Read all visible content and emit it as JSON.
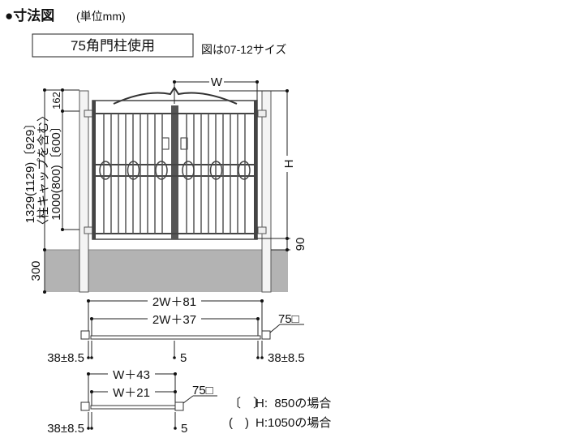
{
  "title": "●寸法図",
  "unit_note": "(単位mm)",
  "post_box": "75角門柱使用",
  "size_note": "図は07-12サイズ",
  "elevation": {
    "width_label": "W",
    "height_label": "H",
    "bottom_gap": "90",
    "top_extra": "162",
    "total_height": "1329(1129)〔929〕",
    "cap_note": "〈柱キャップを含む〉",
    "gate_height": "1000(800)〔600〕",
    "foundation": "300"
  },
  "double_plan": {
    "outer": "2W＋81",
    "inner": "2W＋37",
    "post_size": "75□",
    "left_offset": "38±8.5",
    "center_gap": "5",
    "right_offset": "38±8.5"
  },
  "single_plan": {
    "outer": "W＋43",
    "inner": "W＋21",
    "post_size": "75□",
    "left_offset": "38±8.5",
    "end_gap": "5"
  },
  "legend": [
    {
      "bracket": "〔　〕",
      "text": "H:  850の場合"
    },
    {
      "bracket": "(　)",
      "text": "H:1050の場合"
    }
  ],
  "colors": {
    "ground": "#b3b3b3",
    "frame": "#444444",
    "post": "#f4f4f4"
  }
}
